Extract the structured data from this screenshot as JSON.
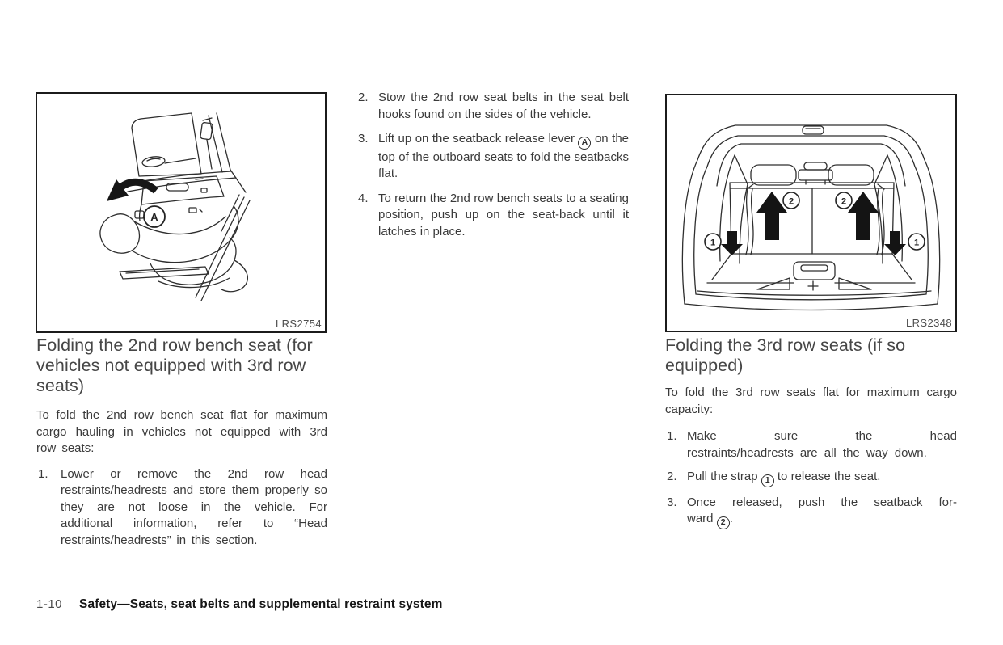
{
  "figures": {
    "seat_fold": {
      "label": "LRS2754",
      "callout_a": "A"
    },
    "cargo_area": {
      "label": "LRS2348",
      "callout_1": "1",
      "callout_2": "2"
    }
  },
  "left_column": {
    "heading": "Folding the 2nd row bench seat (for vehicles not equipped with 3rd row seats)",
    "intro": "To fold the 2nd row bench seat flat for maximum cargo hauling in vehicles not equipped with 3rd row seats:",
    "steps": [
      {
        "num": "1.",
        "text": "Lower or remove the 2nd row head restraints/headrests and store them properly so they are not loose in the vehicle. For additional information, refer to “Head restraints/headrests” in this section."
      }
    ]
  },
  "middle_column": {
    "steps": [
      {
        "num": "2.",
        "text": "Stow the 2nd row seat belts in the seat belt hooks found on the sides of the vehicle."
      },
      {
        "num": "3.",
        "pre": "Lift up on the seatback release lever ",
        "badge": "A",
        "post": " on the top of the outboard seats to fold the seatbacks flat."
      },
      {
        "num": "4.",
        "text": "To return the 2nd row bench seats to a seating position, push up on the seat-back until it latches in place."
      }
    ]
  },
  "right_column": {
    "heading": "Folding the 3rd row seats (if so equipped)",
    "intro": "To fold the 3rd row seats flat for maximum cargo capacity:",
    "steps": [
      {
        "num": "1.",
        "line1": "Make sure the head",
        "rest": "restraints/headrests are all the way down."
      },
      {
        "num": "2.",
        "pre": "Pull the strap ",
        "badge": "1",
        "post": " to release the seat."
      },
      {
        "num": "3.",
        "line1": "Once released, push the seatback for-",
        "pre2": "ward ",
        "badge": "2",
        "post": "."
      }
    ]
  },
  "footer": {
    "page_number": "1-10",
    "section_title": "Safety—Seats, seat belts and supplemental restraint system"
  }
}
